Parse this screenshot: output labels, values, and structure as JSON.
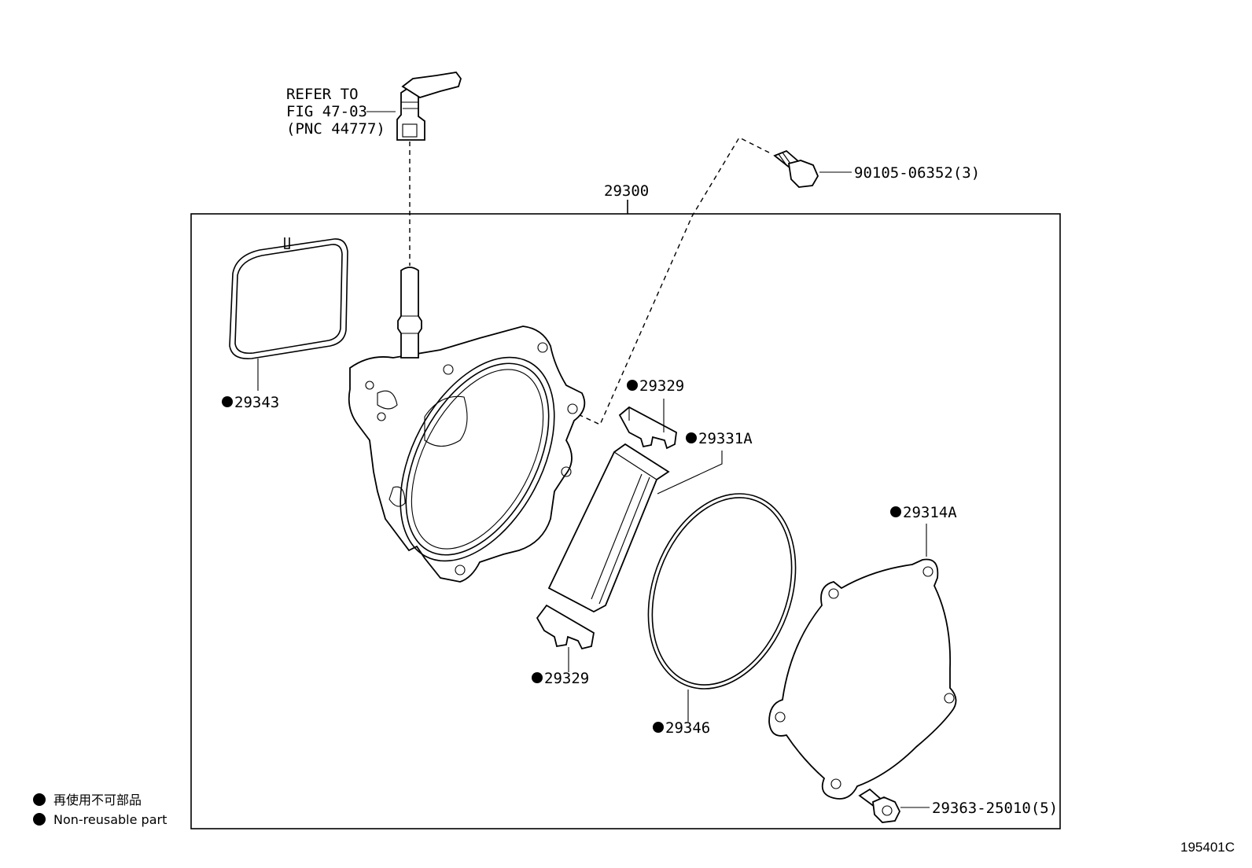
{
  "reference": {
    "line1": "REFER TO",
    "line2": "FIG 47-03",
    "line3": "(PNC 44777)"
  },
  "assembly_label": "29300",
  "parts": {
    "bolt_top": "90105-06352(3)",
    "gasket_small": "29343",
    "plate_top": "29329",
    "rotor": "29331A",
    "cover_gasket": "29314A",
    "plate_bottom": "29329",
    "oring": "29346",
    "bolt_bottom": "29363-25010(5)"
  },
  "legend": {
    "jp": "再使用不可部品",
    "en": "Non-reusable part"
  },
  "figure_id": "195401C"
}
